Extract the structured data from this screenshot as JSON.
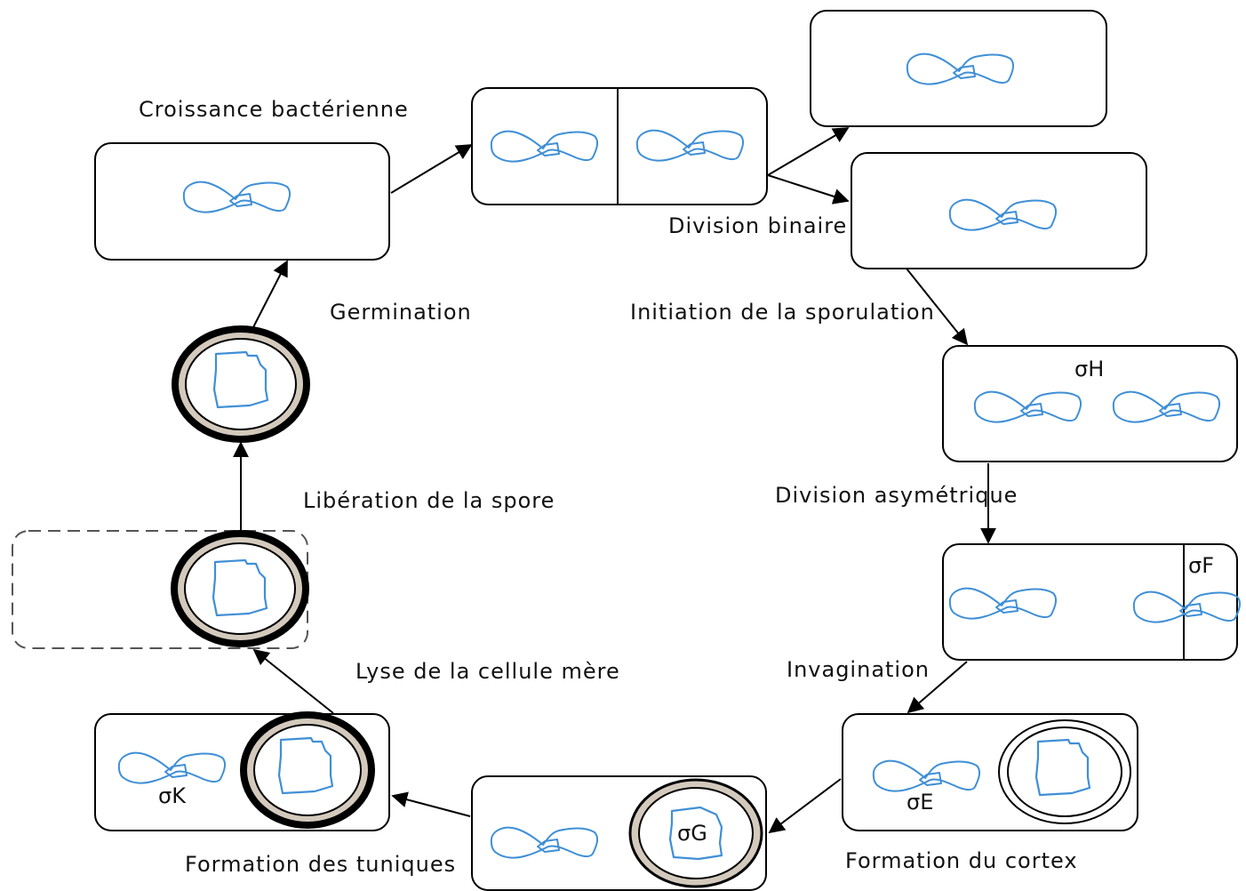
{
  "stages": {
    "growth": "Croissance bactérienne",
    "binary_division": "Division binaire",
    "sporulation_init": "Initiation de la sporulation",
    "asymmetric_division": "Division asymétrique",
    "invagination": "Invagination",
    "cortex_formation": "Formation du cortex",
    "coat_formation": "Formation des tuniques",
    "mother_cell_lysis": "Lyse de la cellule mère",
    "spore_release": "Libération de la spore",
    "germination": "Germination"
  },
  "sigma_factors": {
    "h": "σH",
    "f": "σF",
    "e": "σE",
    "g": "σG",
    "k": "σK"
  },
  "colors": {
    "dna": "#3f8fd6",
    "outline": "#000000",
    "spore_coat": "#d3cabd",
    "lysed_outline": "#555555"
  }
}
